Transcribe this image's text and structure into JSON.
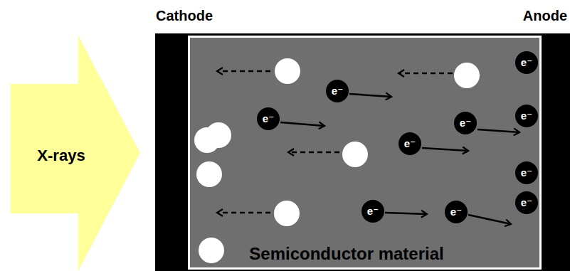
{
  "diagram": {
    "nodes": [
      {
        "text": [
          "X-rays"
        ]
      },
      {
        "text": [
          "Semiconductor material"
        ]
      },
      {
        "text": [
          "e⁻"
        ],
        "in": 1
      },
      {
        "text": [
          "e⁻"
        ],
        "in": 1
      },
      {
        "text": [
          "e⁻"
        ],
        "in": 1
      },
      {
        "text": [
          "e⁻"
        ],
        "in": 1
      },
      {
        "text": [
          "e⁻"
        ],
        "in": 1
      },
      {
        "text": [
          "e⁻"
        ],
        "in": 1
      },
      {
        "text": [
          "e⁻"
        ],
        "in": 1
      },
      {
        "text": [
          "e⁻"
        ],
        "in": 1
      },
      {
        "text": [
          "e⁻"
        ],
        "in": 1
      },
      {
        "text": [
          "e⁻"
        ],
        "in": 1
      }
    ],
    "labels": [
      "Cathode",
      "Anode"
    ]
  }
}
